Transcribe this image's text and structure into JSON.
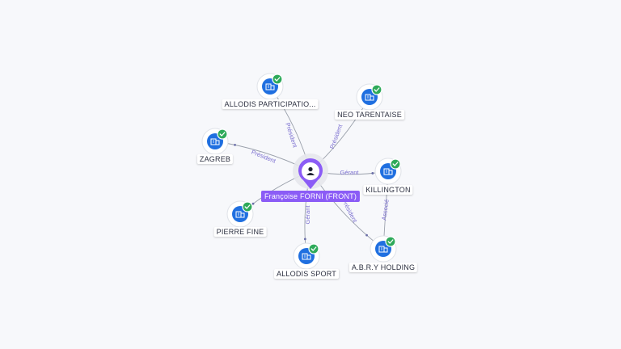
{
  "center": {
    "label": "Françoise FORNI (FRONT)",
    "icon": "person-icon",
    "color": "#8b5cf6"
  },
  "company_icon": "building-icon",
  "verified_icon": "check-badge-icon",
  "colors": {
    "edge": "#9aa0ab",
    "edge_label": "#7b6fd0",
    "company": "#1f6fe0",
    "badge": "#2eaa5a"
  },
  "nodes": [
    {
      "id": "allodis-participations",
      "label": "ALLODIS PARTICIPATIO...",
      "edge_label": "Président"
    },
    {
      "id": "neo-tarentaise",
      "label": "NEO TARENTAISE",
      "edge_label": "Président"
    },
    {
      "id": "zagreb",
      "label": "ZAGREB",
      "edge_label": "Président"
    },
    {
      "id": "killington",
      "label": "KILLINGTON",
      "edge_label": "Gérant"
    },
    {
      "id": "pierre-fine",
      "label": "PIERRE FINE",
      "edge_label": ""
    },
    {
      "id": "allodis-sport",
      "label": "ALLODIS SPORT",
      "edge_label": "Gérant"
    },
    {
      "id": "abry-holding",
      "label": "A.B.R.Y HOLDING",
      "edge_label": "Président"
    }
  ],
  "extra_edges": [
    {
      "from": "killington",
      "to": "abry-holding",
      "label": "Associé"
    }
  ]
}
